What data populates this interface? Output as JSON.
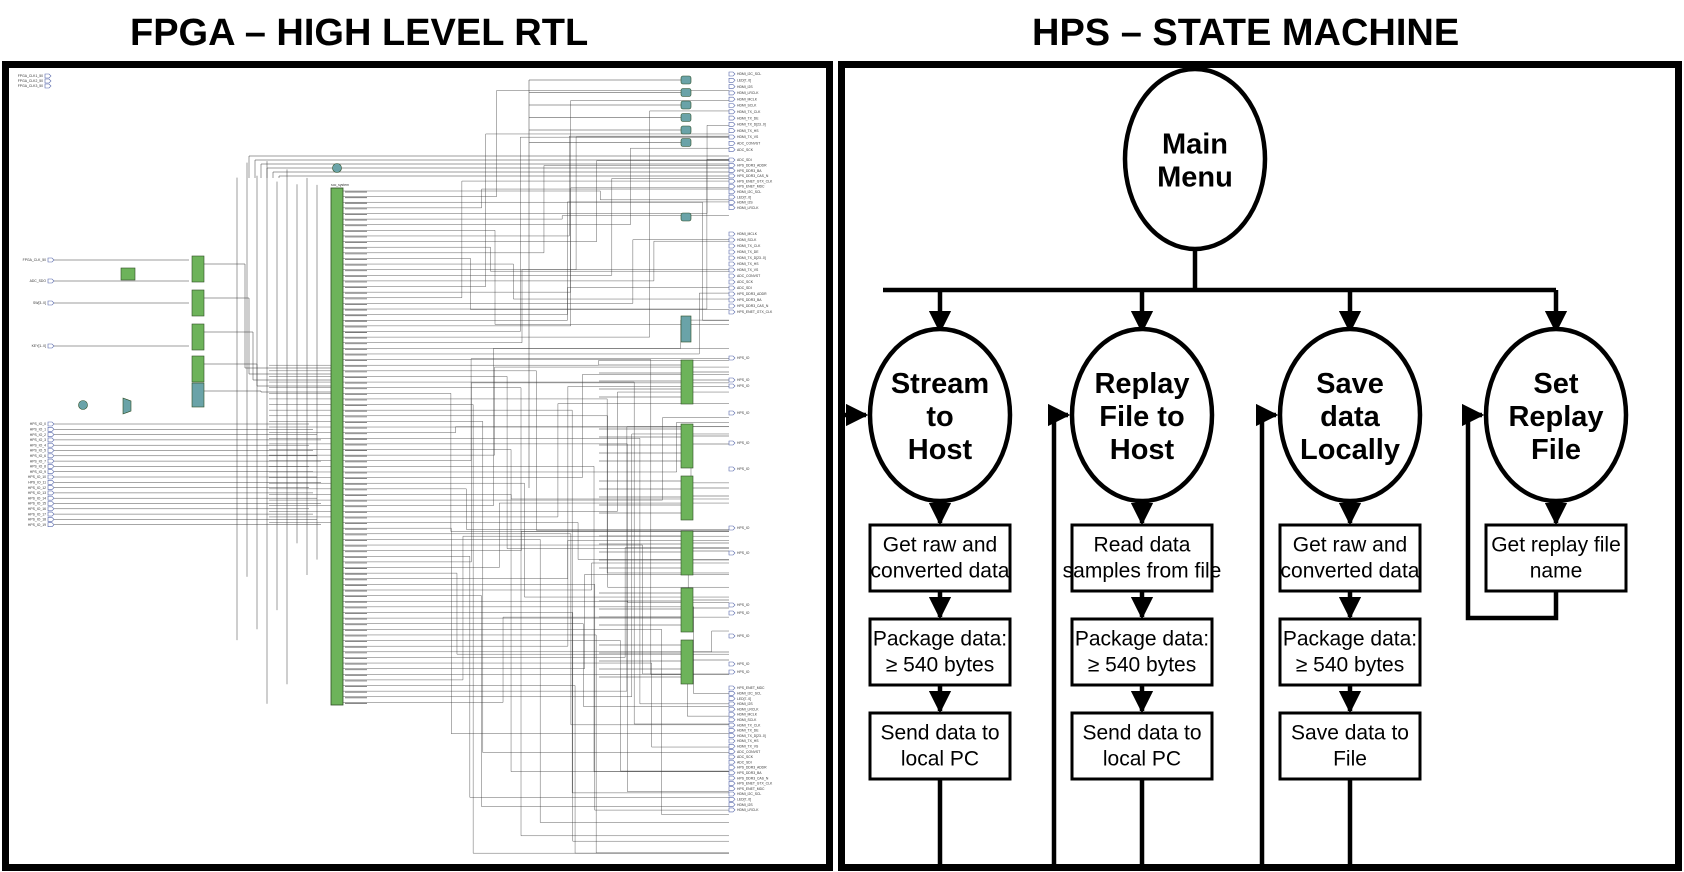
{
  "titles": {
    "left": "FPGA – HIGH LEVEL RTL",
    "right": "HPS – STATE MACHINE"
  },
  "hps": {
    "main_state": [
      "Main",
      "Menu"
    ],
    "states": [
      {
        "label": [
          "Stream",
          "to",
          "Host"
        ],
        "steps": [
          [
            "Get raw and",
            "converted data"
          ],
          [
            "Package data:",
            "≥ 540 bytes"
          ],
          [
            "Send data to",
            "local PC"
          ]
        ]
      },
      {
        "label": [
          "Replay",
          "File to",
          "Host"
        ],
        "steps": [
          [
            "Read data",
            "samples from file"
          ],
          [
            "Package data:",
            "≥ 540 bytes"
          ],
          [
            "Send data to",
            "local PC"
          ]
        ]
      },
      {
        "label": [
          "Save",
          "data",
          "Locally"
        ],
        "steps": [
          [
            "Get raw and",
            "converted data"
          ],
          [
            "Package data:",
            "≥ 540 bytes"
          ],
          [
            "Save data to",
            "File"
          ]
        ]
      },
      {
        "label": [
          "Set",
          "Replay",
          "File"
        ],
        "steps": [
          [
            "Get replay file",
            "name"
          ]
        ]
      }
    ]
  },
  "rtl": {
    "top_inputs": [
      "FPGA_CLK1_50",
      "FPGA_CLK2_50",
      "FPGA_CLK3_50"
    ],
    "left_inputs": [
      "FPGA_CLK_50",
      "ADC_SDO",
      "SW[3..0]",
      "KEY[1..0]"
    ],
    "right_outputs": [
      "HDMI_I2C_SCL",
      "LED[7..0]",
      "HDMI_I2S",
      "HDMI_LRCLK",
      "HDMI_MCLK",
      "HDMI_SCLK",
      "HDMI_TX_CLK",
      "HDMI_TX_DE",
      "HDMI_TX_D[23..0]",
      "HDMI_TX_HS",
      "HDMI_TX_VS",
      "ADC_CONVST",
      "ADC_SCK",
      "ADC_SDI",
      "HPS_DDR3_ADDR",
      "HPS_DDR3_BA",
      "HPS_DDR3_CAS_N",
      "HPS_ENET_GTX_CLK",
      "HPS_ENET_MDC"
    ],
    "main_block_label": "soc_system"
  }
}
